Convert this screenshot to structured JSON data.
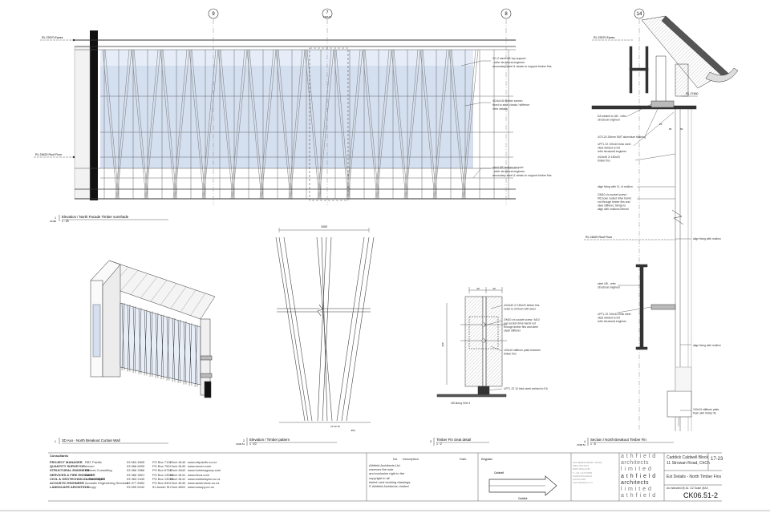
{
  "drawings": [
    {
      "num": "1",
      "ref": "A1100",
      "title": "Elevation / North Facade Timber sunshade",
      "scale": "1 : 25"
    },
    {
      "num": "1",
      "ref": "",
      "title": "3D Axo - North Breakout Curtain Wall",
      "scale": ""
    },
    {
      "num": "2",
      "ref": "CK06.51",
      "title": "Elevation / Timber pattern",
      "scale": "1 : 10"
    },
    {
      "num": "3",
      "ref": "",
      "title": "Timber Fin cleat detail",
      "scale": "1 : 2"
    },
    {
      "num": "4",
      "ref": "CK06.51",
      "title": "Section / North Breakout Timber Fin",
      "scale": "1 : 5"
    }
  ],
  "grid_bubbles": [
    "9",
    "7",
    "8",
    "14"
  ],
  "grid_sub": "CK06.51",
  "levels": [
    "RL 23970 Eaves",
    "RL 24620 Roof Floor",
    "RL 27460",
    "RL 24620 Roof Floor"
  ],
  "annotations": {
    "elev_top": [
      "2/1.2 steel UB top support",
      "- refer structural engineer",
      "secondary steel & cleats to support timber fins"
    ],
    "elev_mid": [
      "4/24x140 timber screen",
      "fixed to steel cleats / stiffener",
      "refer details"
    ],
    "elev_bot": [
      "steel UB bottom support",
      "- refer structural engineer",
      "secondary steel & cleats to support timber fins"
    ],
    "sec_1": [
      "EA welded to UB - refer",
      "structural engineer"
    ],
    "sec_2": [
      "4/70-24 2/6mm SMT aluminium flashing"
    ],
    "sec_3": [
      "UPTL 22 100x10 thick steel",
      "cleat welded to EA",
      "refer structural engineer"
    ],
    "sec_4": [
      "4/24x45 2/ 150x20",
      "timber fins"
    ],
    "sec_5": [
      "align fixing with CL of mullion"
    ],
    "sec_6": [
      "2/M10 c/s socket screw /",
      "M10 pan socket drive barrel",
      "nut through timber fins and",
      "steel stiffener, fixings to",
      "align with mullions behind"
    ],
    "sec_7": [
      "steel UB - refer",
      "structural engineer"
    ],
    "sec_8": [
      "UPTL 22 100x10 thick steel",
      "cleat welded to EA",
      "refer structural engineer"
    ],
    "sec_9": [
      "align fixing with mullion"
    ],
    "sec_10": [
      "align fixing with mullion"
    ],
    "sec_11": [
      "100x10 stiffener plate",
      "flush with timber fin"
    ],
    "cleat_1": [
      "4/24x40 2/ 150x20 timber fins",
      "notch to sit flush with steel"
    ],
    "cleat_2": [
      "2/M10 c/s socket screw / M10",
      "pan socket drive barrel nut",
      "through timber fins and steel",
      "cleat/ stiffener"
    ],
    "cleat_3": [
      "100x10 stiffener plate between",
      "timber fins"
    ],
    "cleat_4": [
      "UPTL 22 10 thick steel welded to EA"
    ],
    "cleat_5": [
      "UB along Grid 4"
    ]
  },
  "dims": {
    "pattern_width": "1000",
    "cleat_a": "40",
    "cleat_b": "40",
    "cleat_h": "300",
    "pattern_a": "12 12 12",
    "pattern_b": "360",
    "sec_a": "25",
    "sec_b": "50",
    "sec_c": "50"
  },
  "consultants": {
    "heading": "Consultants",
    "rows": [
      {
        "role": "PROJECT MANAGER",
        "firm": "RBT Pacific",
        "phone": "03 963 4605",
        "po": "PO Box 7192",
        "city": "Chch 8140",
        "web": "www.rbtpacific.co.nz"
      },
      {
        "role": "QUANTITY SURVEYOR",
        "firm": "Arcom",
        "phone": "03 966 6000",
        "po": "PO Box 759",
        "city": "Chch 8140",
        "web": "www.arcom.com"
      },
      {
        "role": "STRUCTURAL ENGINEER",
        "firm": "Holmes Consulting",
        "phone": "03 366 3366",
        "po": "PO Box 6768",
        "city": "Chch 8442",
        "web": "www.holmesgroup.com"
      },
      {
        "role": "SERVICES & FIRE ENGINEER",
        "firm": "Beca",
        "phone": "03 366 3521",
        "po": "PO Box 13960",
        "city": "Chch 8141",
        "web": "www.beca.com"
      },
      {
        "role": "CIVIL & GEOTECHNICAL ENGINEER",
        "firm": "Tonkin+Taylor",
        "phone": "03 363 2440",
        "po": "PO Box 13055",
        "city": "Chch 8141",
        "web": "www.tonkintaylor.co.nz"
      },
      {
        "role": "ACOUSTIC ENGINEER",
        "firm": "Acoustic Engineering Services",
        "phone": "03 377 8952",
        "po": "PO Box 549",
        "city": "Chch 8140",
        "web": "www.aeservices.co.nz"
      },
      {
        "role": "LANDSCAPE ARCHITECT",
        "firm": "Canopy",
        "phone": "03 595 5242",
        "po": "51 Acosh St",
        "city": "Chch 8022",
        "web": "www.canopy.co.nz"
      }
    ]
  },
  "copyright": [
    "Athfield Architects Ltd.",
    "reserves the sole",
    "and exclusive right to the",
    "copyright in all",
    "sketch and working drawings.",
    "© Athfield Architects Limited"
  ],
  "revision": {
    "no": "No.",
    "desc": "Description",
    "date": "Date"
  },
  "keyplan": {
    "title": "Keyplan",
    "label_a": "Caldwell",
    "label_b": "Caddick"
  },
  "firm_small": [
    "145 BERMONDSEY ROAD",
    "WELLINGTON",
    "NEW ZEALAND",
    "T: +64 4 472 5566",
    "CHRISTCHURCH",
    "AUCKLAND",
    "www.athfield.co.nz"
  ],
  "firm_logo": [
    "a t h f i e l d",
    "architects",
    "l i m i t e d",
    "a t h f i e l d",
    "architects",
    "l i m i t e d",
    "a t h f i e l d"
  ],
  "project": {
    "name": "Caddick Caldwell Block",
    "address": "11 Strowan Road, ChCh",
    "number": "17-23",
    "sheet_title": "Ext Details - North Timber Fins",
    "issue": "As indicated @ A1",
    "scale_note": "1/2 Scale @A3",
    "sheet_no": "CK06.51-2"
  }
}
